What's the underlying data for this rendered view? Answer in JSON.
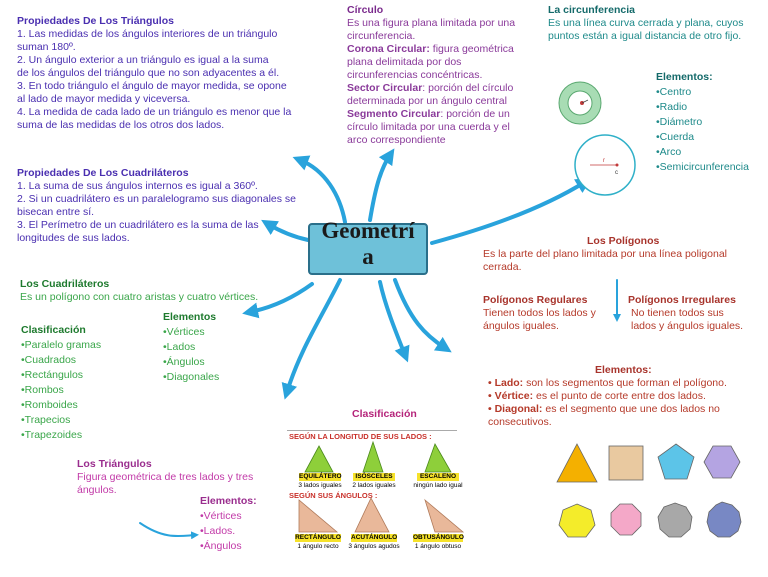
{
  "center": {
    "title_line1": "Geometrí",
    "title_line2": "a"
  },
  "triangle_props": {
    "title": "Propiedades De Los Triángulos",
    "lines": [
      "1.  Las medidas de los ángulos interiores de un triángulo",
      "  suman 180º.",
      "2.  Un ángulo exterior a un triángulo es igual a la suma",
      "de los ángulos del triángulo que no son adyacentes a él.",
      "3.  En todo triángulo el ángulo de mayor medida, se opone",
      "al lado de mayor medida y viceversa.",
      "4.  La medida de cada lado de un triángulo es menor que la",
      "suma de las medidas de los otros dos lados."
    ]
  },
  "quad_props": {
    "title": "Propiedades De Los Cuadriláteros",
    "lines": [
      "1.  La suma de sus ángulos internos es igual a 360º.",
      "2.  Si un cuadrilátero es un paralelogramo sus diagonales se",
      "bisecan entre sí.",
      "3.  El Perímetro de un cuadrilátero es la suma de las",
      "longitudes de sus lados."
    ]
  },
  "quads": {
    "title": "Los Cuadriláteros",
    "desc": "Es un polígono con cuatro aristas y cuatro vértices.",
    "class_title": "Clasificación",
    "class_items": [
      "•Paralelo gramas",
      "•Cuadrados",
      "•Rectángulos",
      "•Rombos",
      "•Romboides",
      "•Trapecios",
      "•Trapezoides"
    ],
    "elem_title": "Elementos",
    "elem_items": [
      "•Vértices",
      "•Lados",
      "•Ángulos",
      "•Diagonales"
    ]
  },
  "triangles": {
    "title": "Los Triángulos",
    "desc": [
      "Figura geométrica de tres lados y tres",
      "ángulos."
    ],
    "elem_title": "Elementos:",
    "elem_items": [
      "•Vértices",
      "•Lados.",
      "•Ángulos"
    ]
  },
  "circle": {
    "title": "Círculo",
    "lines": [
      {
        "bold": "",
        "text": "Es una figura plana limitada por una"
      },
      {
        "bold": "",
        "text": "circunferencia."
      },
      {
        "bold": "Corona Circular:",
        "text": " figura geométrica"
      },
      {
        "bold": "",
        "text": "plana delimitada por dos"
      },
      {
        "bold": "",
        "text": "circunferencias concéntricas."
      },
      {
        "bold": "Sector Circular",
        "text": ": porción del círculo"
      },
      {
        "bold": "",
        "text": "determinada por un ángulo central"
      },
      {
        "bold": "Segmento Circular",
        "text": ": porción de un"
      },
      {
        "bold": "",
        "text": "círculo limitada por una cuerda y el"
      },
      {
        "bold": "",
        "text": "arco correspondiente"
      }
    ]
  },
  "circumference": {
    "title": "La circunferencia",
    "desc": [
      "Es una línea curva cerrada y plana, cuyos",
      "puntos están a igual distancia de otro fijo."
    ],
    "elem_title": "Elementos:",
    "elem_items": [
      "•Centro",
      "•Radio",
      "•Diámetro",
      "•Cuerda",
      "•Arco",
      "•Semicircunferencia"
    ],
    "diagram_labels": {
      "r": "r",
      "c": "c"
    }
  },
  "polygons": {
    "title": "Los Polígonos",
    "desc": [
      "Es la parte del plano limitada por una línea poligonal",
      "cerrada."
    ],
    "regular_title": "Polígonos Regulares",
    "regular_desc": [
      "Tienen todos los lados y",
      "ángulos iguales."
    ],
    "irregular_title": "Polígonos Irregulares",
    "irregular_desc": [
      "No tienen todos sus",
      "lados y ángulos iguales."
    ],
    "elem_title": "Elementos:",
    "elem_items": [
      {
        "bold": "• Lado:",
        "text": " son los segmentos que forman el polígono."
      },
      {
        "bold": "• Vértice:",
        "text": " es el punto de corte entre dos lados."
      },
      {
        "bold": "• Diagonal:",
        "text": " es el segmento que une dos lados no"
      },
      {
        "bold": "",
        "text": "consecutivos."
      }
    ]
  },
  "classification": {
    "title": "Clasificación",
    "by_sides_header": "SEGÚN LA LONGITUD DE SUS LADOS :",
    "by_angles_header": "SEGÚN SUS ÁNGULOS :",
    "sides": [
      {
        "name": "EQUILÁTERO",
        "desc": "3 lados iguales"
      },
      {
        "name": "ISÓSCELES",
        "desc": "2 lados iguales"
      },
      {
        "name": "ESCALENO",
        "desc": "ningún lado igual"
      }
    ],
    "angles": [
      {
        "name": "RECTÁNGULO",
        "desc": "1 ángulo recto"
      },
      {
        "name": "ACUTÁNGULO",
        "desc": "3 ángulos agudos"
      },
      {
        "name": "OBTUSÁNGULO",
        "desc": "1 ángulo obtuso"
      }
    ]
  },
  "colors": {
    "arrow": "#29a3dc",
    "center_fill": "#6ec1d9",
    "polygon_fills": [
      "#f4b000",
      "#e9c9a0",
      "#5cc4e8",
      "#b4a4e2",
      "#f4ec2a",
      "#f4a8c8",
      "#a8a8a8",
      "#7888c4"
    ]
  }
}
